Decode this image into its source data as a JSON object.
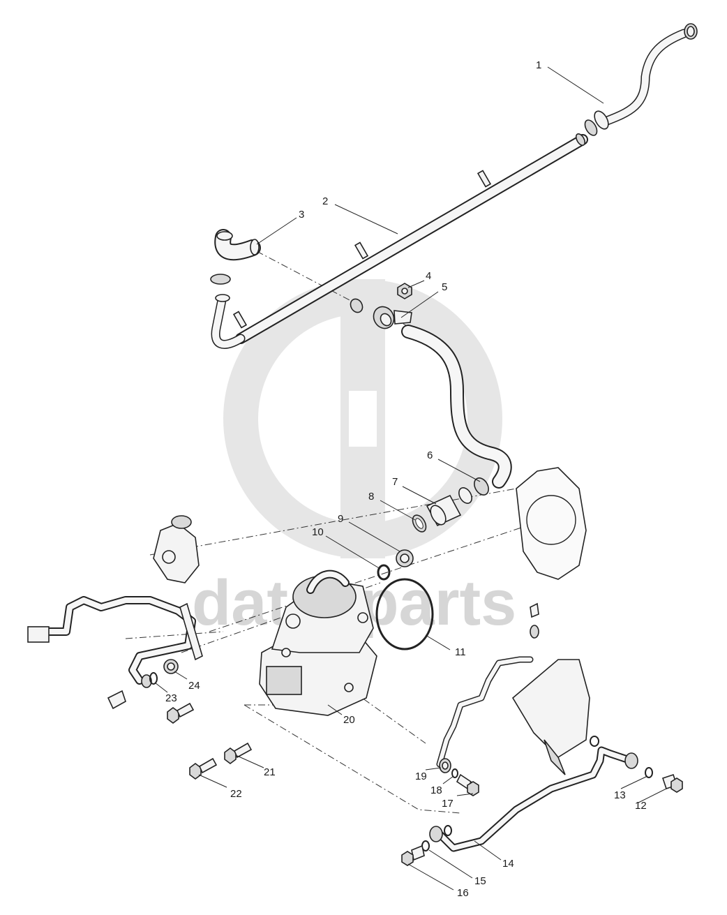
{
  "watermark": {
    "text": "datacparts",
    "color": "#d6d6d6"
  },
  "callouts": [
    {
      "id": 1,
      "label": "1"
    },
    {
      "id": 2,
      "label": "2"
    },
    {
      "id": 3,
      "label": "3"
    },
    {
      "id": 4,
      "label": "4"
    },
    {
      "id": 5,
      "label": "5"
    },
    {
      "id": 6,
      "label": "6"
    },
    {
      "id": 7,
      "label": "7"
    },
    {
      "id": 8,
      "label": "8"
    },
    {
      "id": 9,
      "label": "9"
    },
    {
      "id": 10,
      "label": "10"
    },
    {
      "id": 11,
      "label": "11"
    },
    {
      "id": 12,
      "label": "12"
    },
    {
      "id": 13,
      "label": "13"
    },
    {
      "id": 14,
      "label": "14"
    },
    {
      "id": 15,
      "label": "15"
    },
    {
      "id": 16,
      "label": "16"
    },
    {
      "id": 17,
      "label": "17"
    },
    {
      "id": 18,
      "label": "18"
    },
    {
      "id": 19,
      "label": "19"
    },
    {
      "id": 20,
      "label": "20"
    },
    {
      "id": 21,
      "label": "21"
    },
    {
      "id": 22,
      "label": "22"
    },
    {
      "id": 23,
      "label": "23"
    },
    {
      "id": 24,
      "label": "24"
    }
  ]
}
